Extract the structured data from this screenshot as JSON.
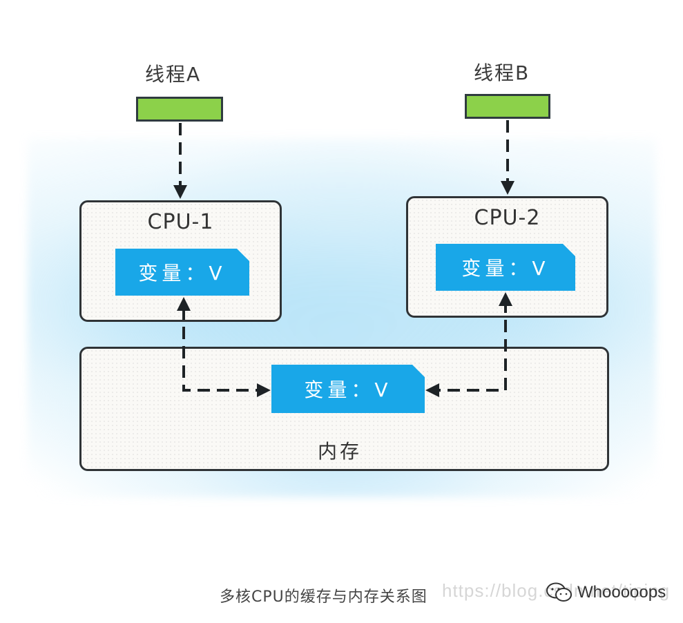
{
  "threads": [
    {
      "label": "线程A"
    },
    {
      "label": "线程B"
    }
  ],
  "cpus": [
    {
      "title": "CPU-1",
      "var_label": "变量：V"
    },
    {
      "title": "CPU-2",
      "var_label": "变量：V"
    }
  ],
  "memory": {
    "label": "内存",
    "var_label": "变量：V"
  },
  "caption": "多核CPU的缓存与内存关系图",
  "watermark": {
    "url": "https://blog.csdn.net/tiping",
    "account": "Whooooops"
  },
  "colors": {
    "thread": "#8cd14a",
    "variable": "#19a7e8",
    "border": "#2f3336"
  }
}
